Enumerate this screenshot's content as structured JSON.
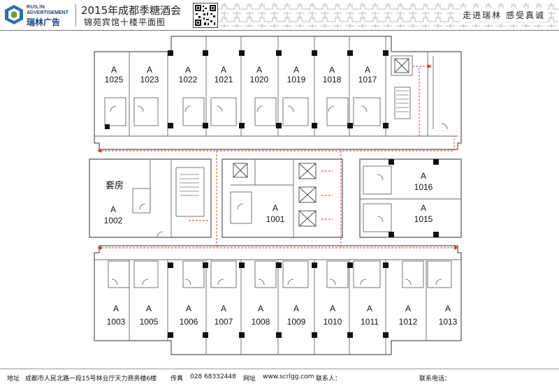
{
  "brand": {
    "line1": "RUILIN",
    "line2": "ADVERTISEMENT",
    "line3": "瑞林广告"
  },
  "header": {
    "title": "2015年成都季糖酒会",
    "subtitle": "锦苑宾馆十楼平面图",
    "slogan": "走进瑞林  感受真诚"
  },
  "rooms": {
    "top": [
      {
        "prefix": "A",
        "number": "1025"
      },
      {
        "prefix": "A",
        "number": "1023"
      },
      {
        "prefix": "A",
        "number": "1022"
      },
      {
        "prefix": "A",
        "number": "1021"
      },
      {
        "prefix": "A",
        "number": "1020"
      },
      {
        "prefix": "A",
        "number": "1019"
      },
      {
        "prefix": "A",
        "number": "1018"
      },
      {
        "prefix": "A",
        "number": "1017"
      }
    ],
    "bottom": [
      {
        "prefix": "A",
        "number": "1003"
      },
      {
        "prefix": "A",
        "number": "1005"
      },
      {
        "prefix": "A",
        "number": "1006"
      },
      {
        "prefix": "A",
        "number": "1007"
      },
      {
        "prefix": "A",
        "number": "1008"
      },
      {
        "prefix": "A",
        "number": "1009"
      },
      {
        "prefix": "A",
        "number": "1010"
      },
      {
        "prefix": "A",
        "number": "1011"
      },
      {
        "prefix": "A",
        "number": "1012"
      },
      {
        "prefix": "A",
        "number": "1013"
      }
    ],
    "suite": {
      "name": "套房",
      "prefix": "A",
      "number": "1002"
    },
    "center": {
      "prefix": "A",
      "number": "1001"
    },
    "right": [
      {
        "prefix": "A",
        "number": "1016"
      },
      {
        "prefix": "A",
        "number": "1015"
      }
    ]
  },
  "footer": {
    "address_label": "地址",
    "address": "成都市人民北路一段15号林业厅天力商务楼6楼",
    "fax_label": "传真",
    "fax": "028 68332448",
    "site_label": "网址",
    "site": "www.scrlgg.com",
    "contact_label": "联系人：",
    "phone_label": "联系电话："
  },
  "colors": {
    "accent": "#1f3f7a",
    "route": "#d9342b",
    "wall": "#555555",
    "pillar": "#111111"
  }
}
